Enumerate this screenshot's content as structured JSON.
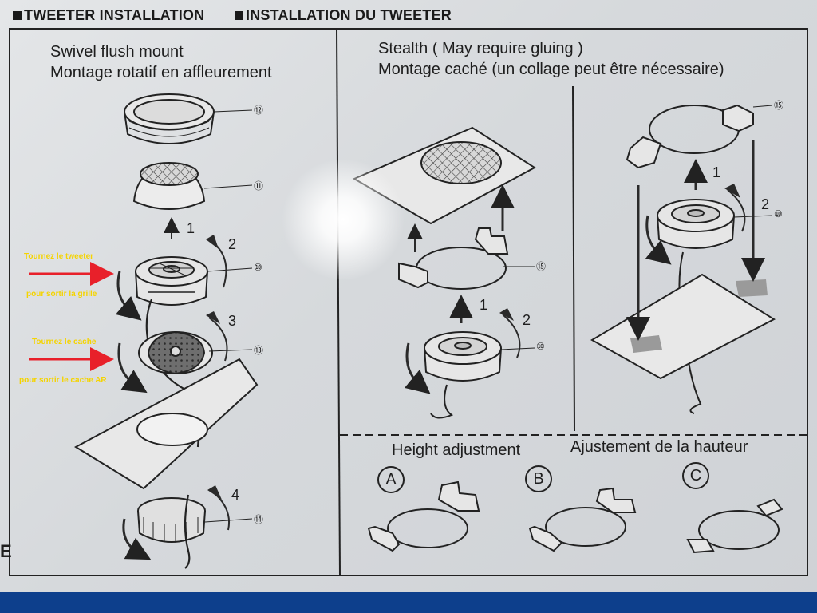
{
  "header": {
    "title_en": "TWEETER INSTALLATION",
    "title_fr": "INSTALLATION DU TWEETER"
  },
  "left_panel": {
    "title_en": "Swivel flush mount",
    "title_fr": "Montage rotatif en affleurement",
    "callouts": [
      "⑫",
      "⑪",
      "⑩",
      "⑬",
      "⑭"
    ],
    "steps": [
      "1",
      "2",
      "3",
      "4"
    ],
    "annotations": {
      "line1_a": "Tournez le tweeter",
      "line1_b": "pour sortir la grille",
      "line2_a": "Tournez le cache",
      "line2_b": "pour sortir le cache AR"
    },
    "edge_letter": "E"
  },
  "right_panel": {
    "title_en": "Stealth ( May require gluing )",
    "title_fr": "Montage caché (un collage peut être nécessaire)",
    "callouts": [
      "⑮",
      "⑩",
      "⑮",
      "⑩"
    ],
    "steps": [
      "1",
      "2",
      "1",
      "2"
    ]
  },
  "height_adjustment": {
    "label_en": "Height adjustment",
    "label_fr": "Ajustement de la hauteur",
    "options": [
      "A",
      "B",
      "C"
    ]
  },
  "colors": {
    "annotation_text": "#f5d400",
    "annotation_arrow": "#e8202a",
    "bottom_strip": "#0d3f8c",
    "line": "#222222"
  }
}
